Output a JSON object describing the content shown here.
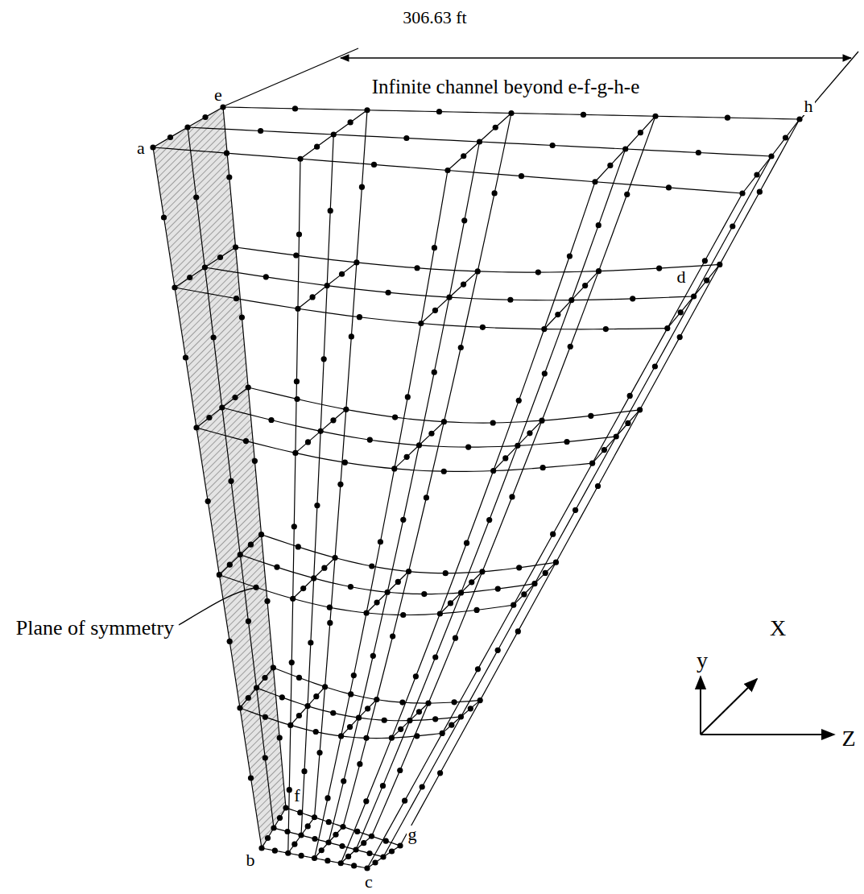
{
  "diagram": {
    "labels": [
      "306.63 ft",
      "Infinite channel beyond e-f-g-h-e",
      "e",
      "a",
      "h",
      "d",
      "Plane of symmetry",
      "y",
      "X",
      "Z",
      "f",
      "g",
      "b",
      "c"
    ]
  }
}
